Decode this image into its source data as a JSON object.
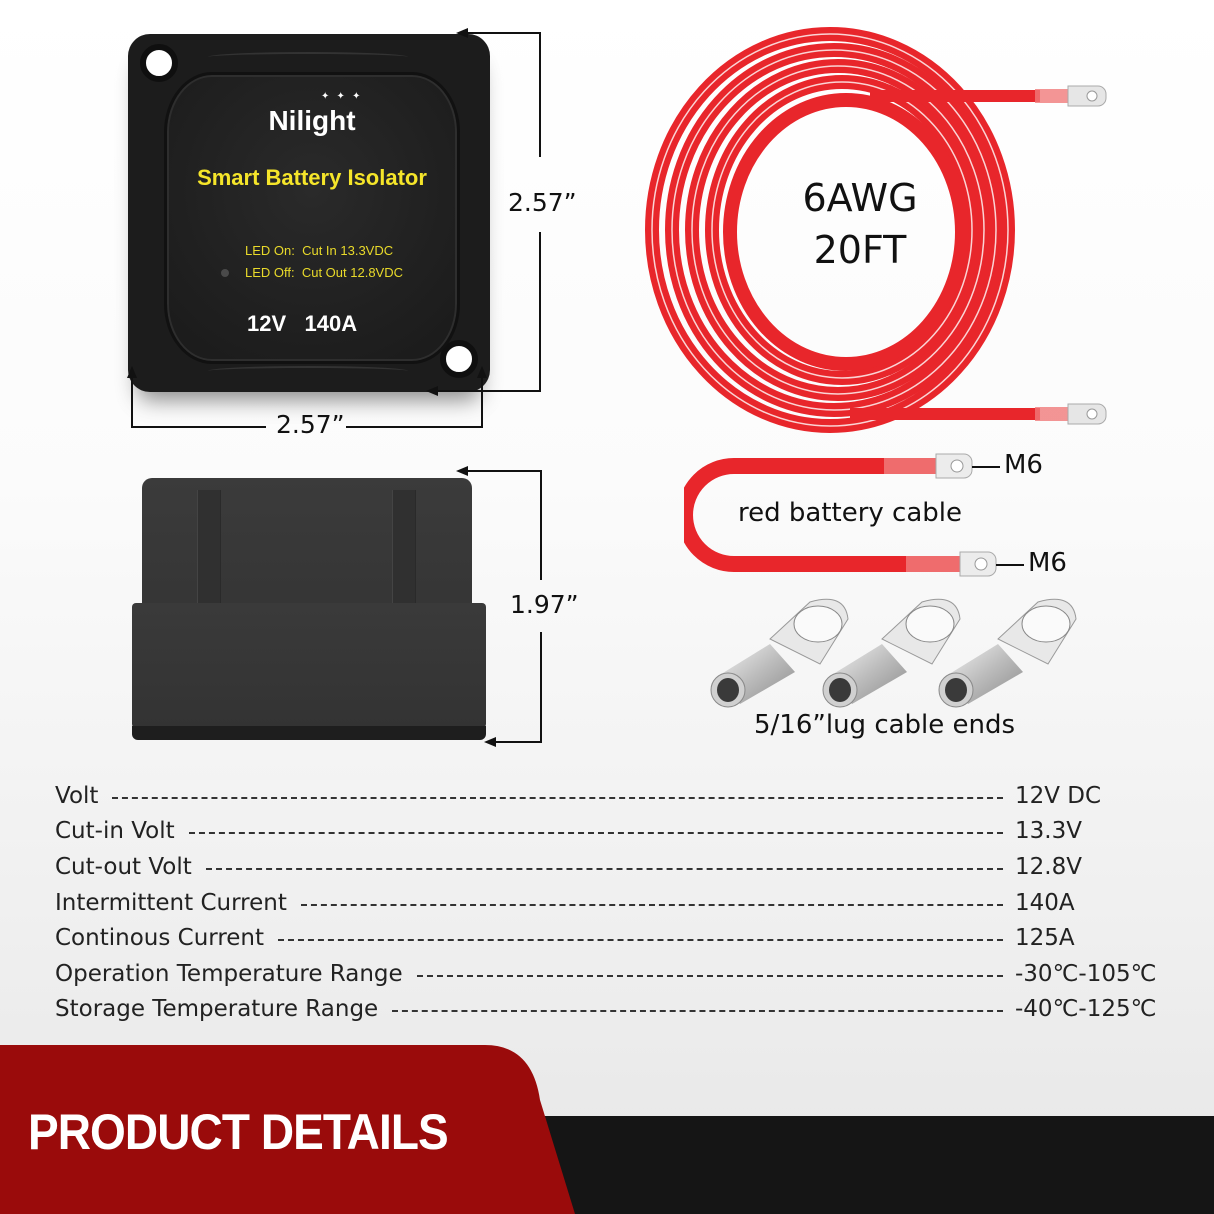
{
  "isolator": {
    "brand": "Nilight",
    "brand_stars": "✦ ✦ ✦",
    "product_name": "Smart Battery Isolator",
    "led_on": "LED On:  Cut In 13.3VDC",
    "led_off": "LED Off:  Cut Out 12.8VDC",
    "rating": "12V   140A",
    "dim_height": "2.57”",
    "dim_width": "2.57”",
    "dim_depth": "1.97”"
  },
  "coil": {
    "gauge": "6AWG",
    "length": "20FT",
    "color": "#e8262b"
  },
  "short_cable": {
    "label": "red battery cable",
    "terminal_top": "M6",
    "terminal_bottom": "M6"
  },
  "lugs": {
    "caption": "5/16”lug cable ends",
    "count": 3
  },
  "specs": [
    {
      "label": "Volt",
      "value": "12V DC"
    },
    {
      "label": "Cut-in Volt",
      "value": "13.3V"
    },
    {
      "label": "Cut-out Volt",
      "value": "12.8V"
    },
    {
      "label": "Intermittent Current",
      "value": "140A"
    },
    {
      "label": "Continous Current",
      "value": "125A"
    },
    {
      "label": "Operation Temperature Range",
      "value": "-30℃-105℃"
    },
    {
      "label": "Storage Temperature Range",
      "value": "-40℃-125℃"
    }
  ],
  "footer": {
    "title": "PRODUCT DETAILS",
    "accent_color": "#9a0b0b",
    "dark_color": "#151515"
  }
}
